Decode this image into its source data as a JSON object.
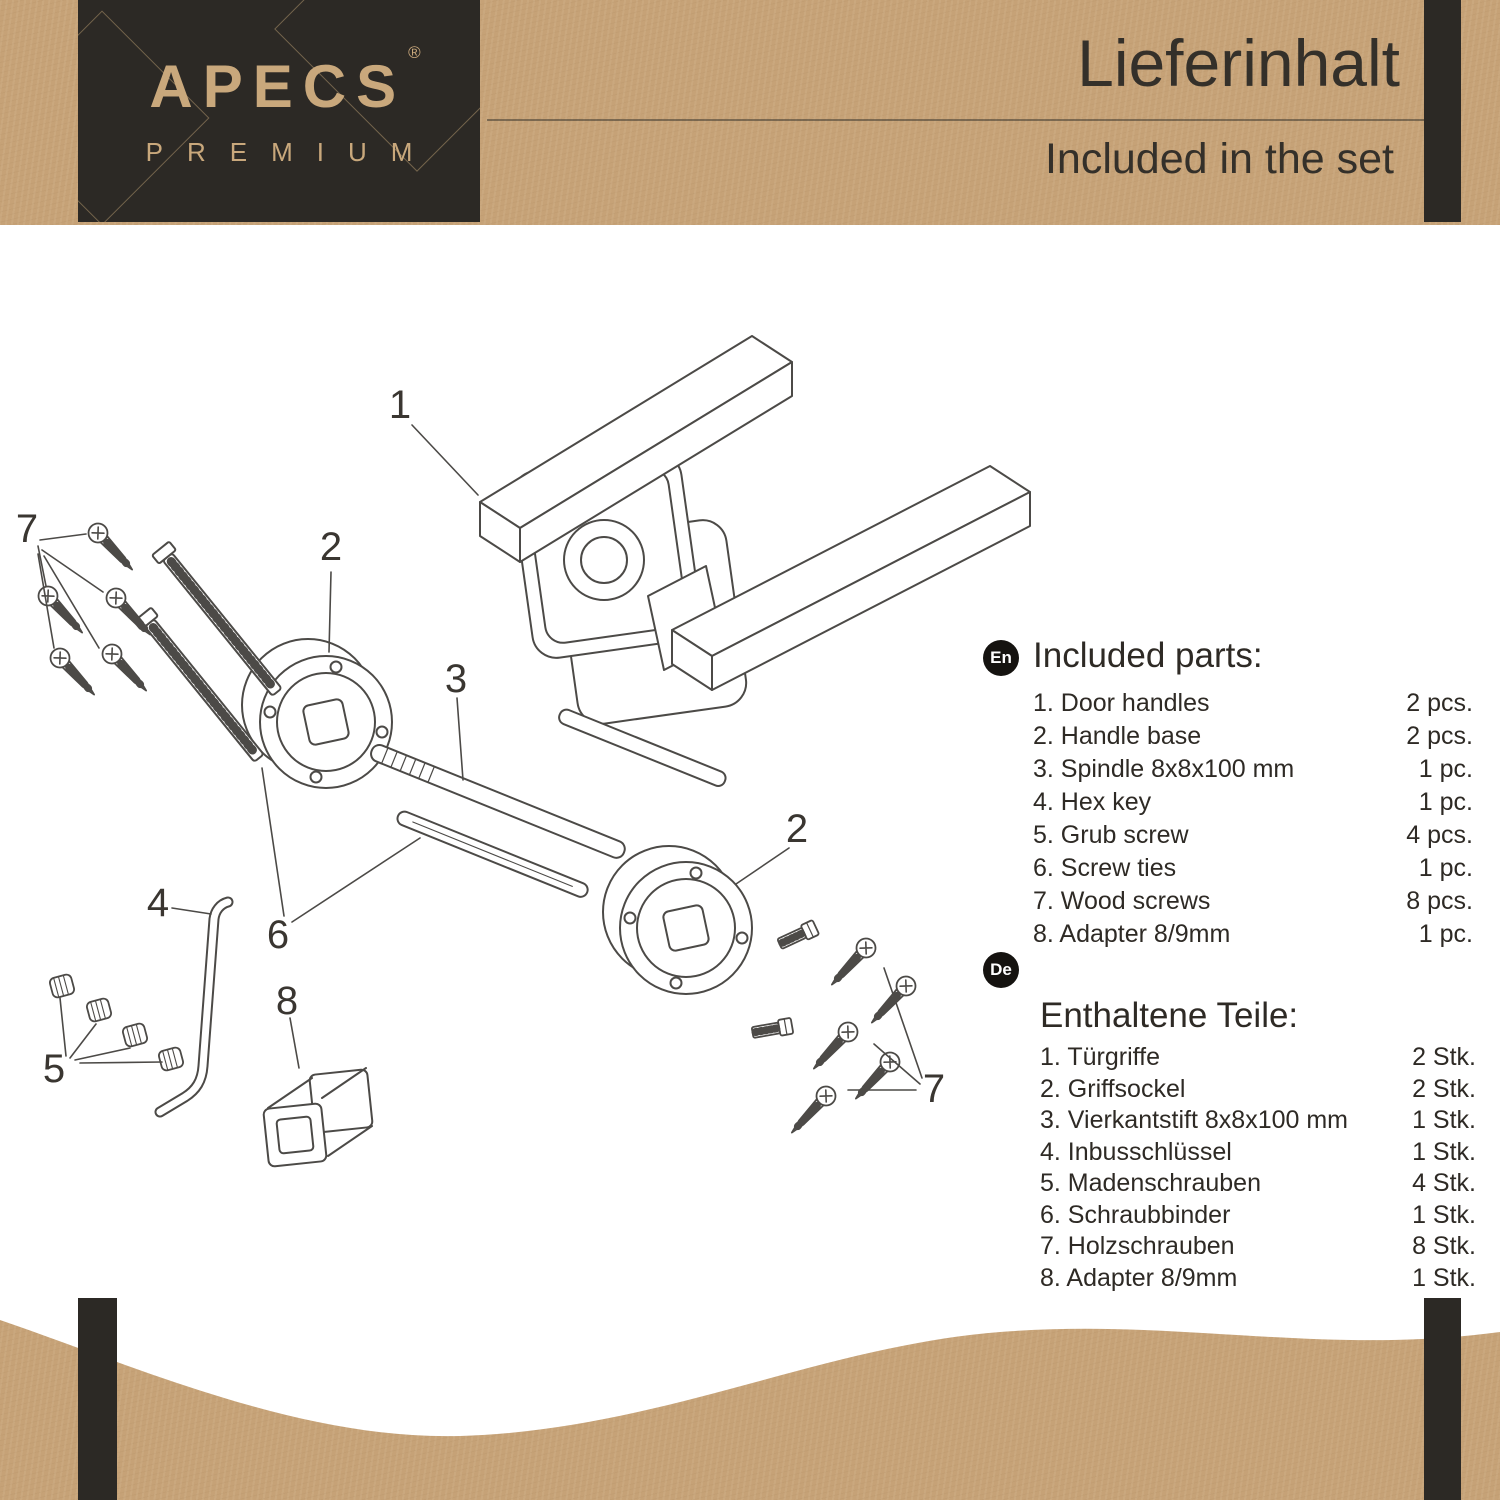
{
  "brand": {
    "name": "APECS",
    "registered": "®",
    "tagline": "PREMIUM"
  },
  "header": {
    "title_de": "Lieferinhalt",
    "title_en": "Included in the set"
  },
  "diagram": {
    "callouts": [
      "1",
      "2",
      "3",
      "4",
      "5",
      "6",
      "7",
      "7",
      "8",
      "2"
    ]
  },
  "parts_en": {
    "badge": "En",
    "heading": "Included parts:",
    "items": [
      {
        "label": "1. Door handles",
        "qty": "2 pcs."
      },
      {
        "label": "2. Handle base",
        "qty": "2 pcs."
      },
      {
        "label": "3. Spindle 8x8x100 mm",
        "qty": "1 pc."
      },
      {
        "label": "4. Hex key",
        "qty": "1 pc."
      },
      {
        "label": "5. Grub screw",
        "qty": "4 pcs."
      },
      {
        "label": "6. Screw ties",
        "qty": "1 pc."
      },
      {
        "label": "7. Wood screws",
        "qty": "8 pcs."
      },
      {
        "label": "8. Adapter 8/9mm",
        "qty": "1 pc."
      }
    ]
  },
  "parts_de": {
    "badge": "De",
    "heading": "Enthaltene Teile:",
    "items": [
      {
        "label": "1. Türgriffe",
        "qty": "2 Stk."
      },
      {
        "label": "2. Griffsockel",
        "qty": "2 Stk."
      },
      {
        "label": "3. Vierkantstift 8x8x100 mm",
        "qty": "1 Stk."
      },
      {
        "label": "4. Inbusschlüssel",
        "qty": "1 Stk."
      },
      {
        "label": "5. Madenschrauben",
        "qty": "4 Stk."
      },
      {
        "label": "6. Schraubbinder",
        "qty": "1 Stk."
      },
      {
        "label": "7. Holzschrauben",
        "qty": "8 Stk."
      },
      {
        "label": "8. Adapter 8/9mm",
        "qty": "1 Stk."
      }
    ]
  },
  "colors": {
    "kraft": "#c6a277",
    "panel_dark": "#2c2925",
    "ink": "#34302a",
    "line": "#4c4a47",
    "badge": "#151310"
  }
}
